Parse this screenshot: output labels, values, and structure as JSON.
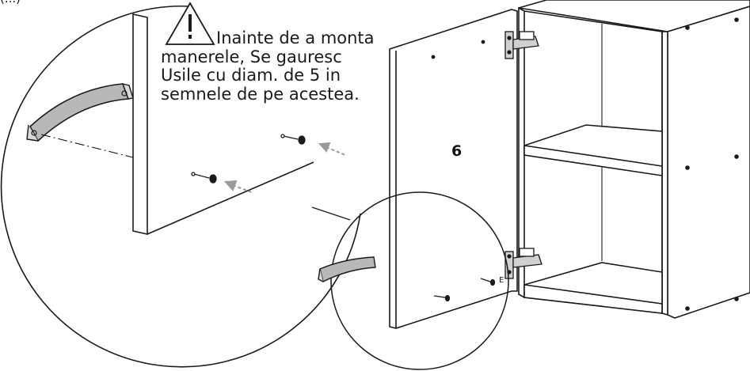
{
  "header_fragment": "(...)",
  "warning": {
    "icon": "warning-triangle-icon",
    "lines": [
      "Inainte de a monta",
      "manerele, Se gauresc",
      "Usile cu diam. de 5 in",
      "semnele de pe acestea."
    ]
  },
  "panel_number": "6",
  "hardware_label": "E",
  "colors": {
    "line": "#1a1a1a",
    "arrow": "#9a9a9a",
    "handle_fill": "#b5b5b5"
  }
}
